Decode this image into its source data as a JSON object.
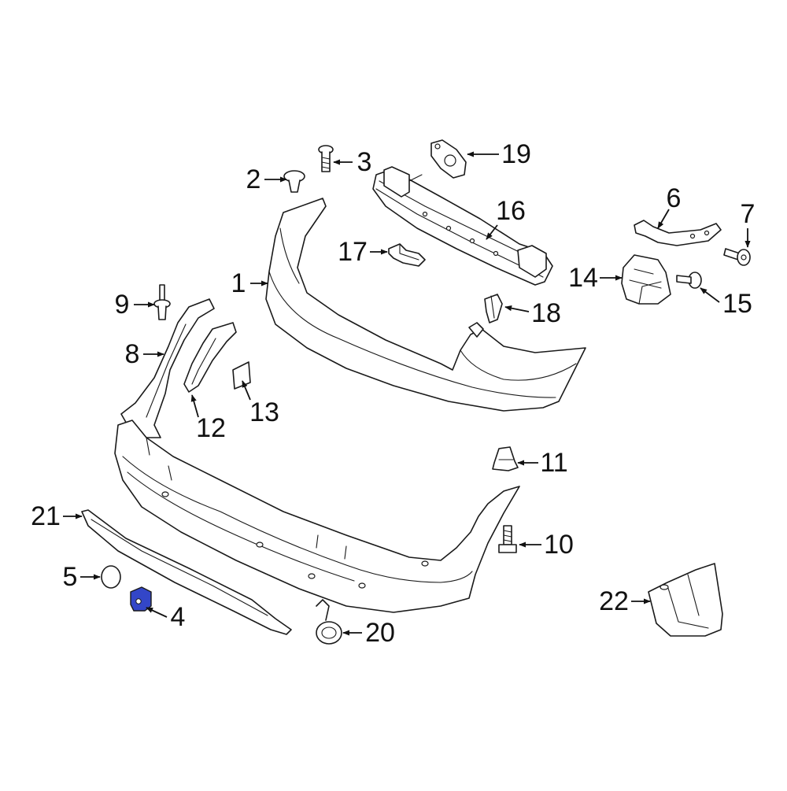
{
  "highlight_color": "#3346c8",
  "highlighted_part": "4",
  "callouts": [
    {
      "id": "1",
      "label": "1"
    },
    {
      "id": "2",
      "label": "2"
    },
    {
      "id": "3",
      "label": "3"
    },
    {
      "id": "4",
      "label": "4"
    },
    {
      "id": "5",
      "label": "5"
    },
    {
      "id": "6",
      "label": "6"
    },
    {
      "id": "7",
      "label": "7"
    },
    {
      "id": "8",
      "label": "8"
    },
    {
      "id": "9",
      "label": "9"
    },
    {
      "id": "10",
      "label": "10"
    },
    {
      "id": "11",
      "label": "11"
    },
    {
      "id": "12",
      "label": "12"
    },
    {
      "id": "13",
      "label": "13"
    },
    {
      "id": "14",
      "label": "14"
    },
    {
      "id": "15",
      "label": "15"
    },
    {
      "id": "16",
      "label": "16"
    },
    {
      "id": "17",
      "label": "17"
    },
    {
      "id": "18",
      "label": "18"
    },
    {
      "id": "19",
      "label": "19"
    },
    {
      "id": "20",
      "label": "20"
    },
    {
      "id": "21",
      "label": "21"
    },
    {
      "id": "22",
      "label": "22"
    }
  ]
}
